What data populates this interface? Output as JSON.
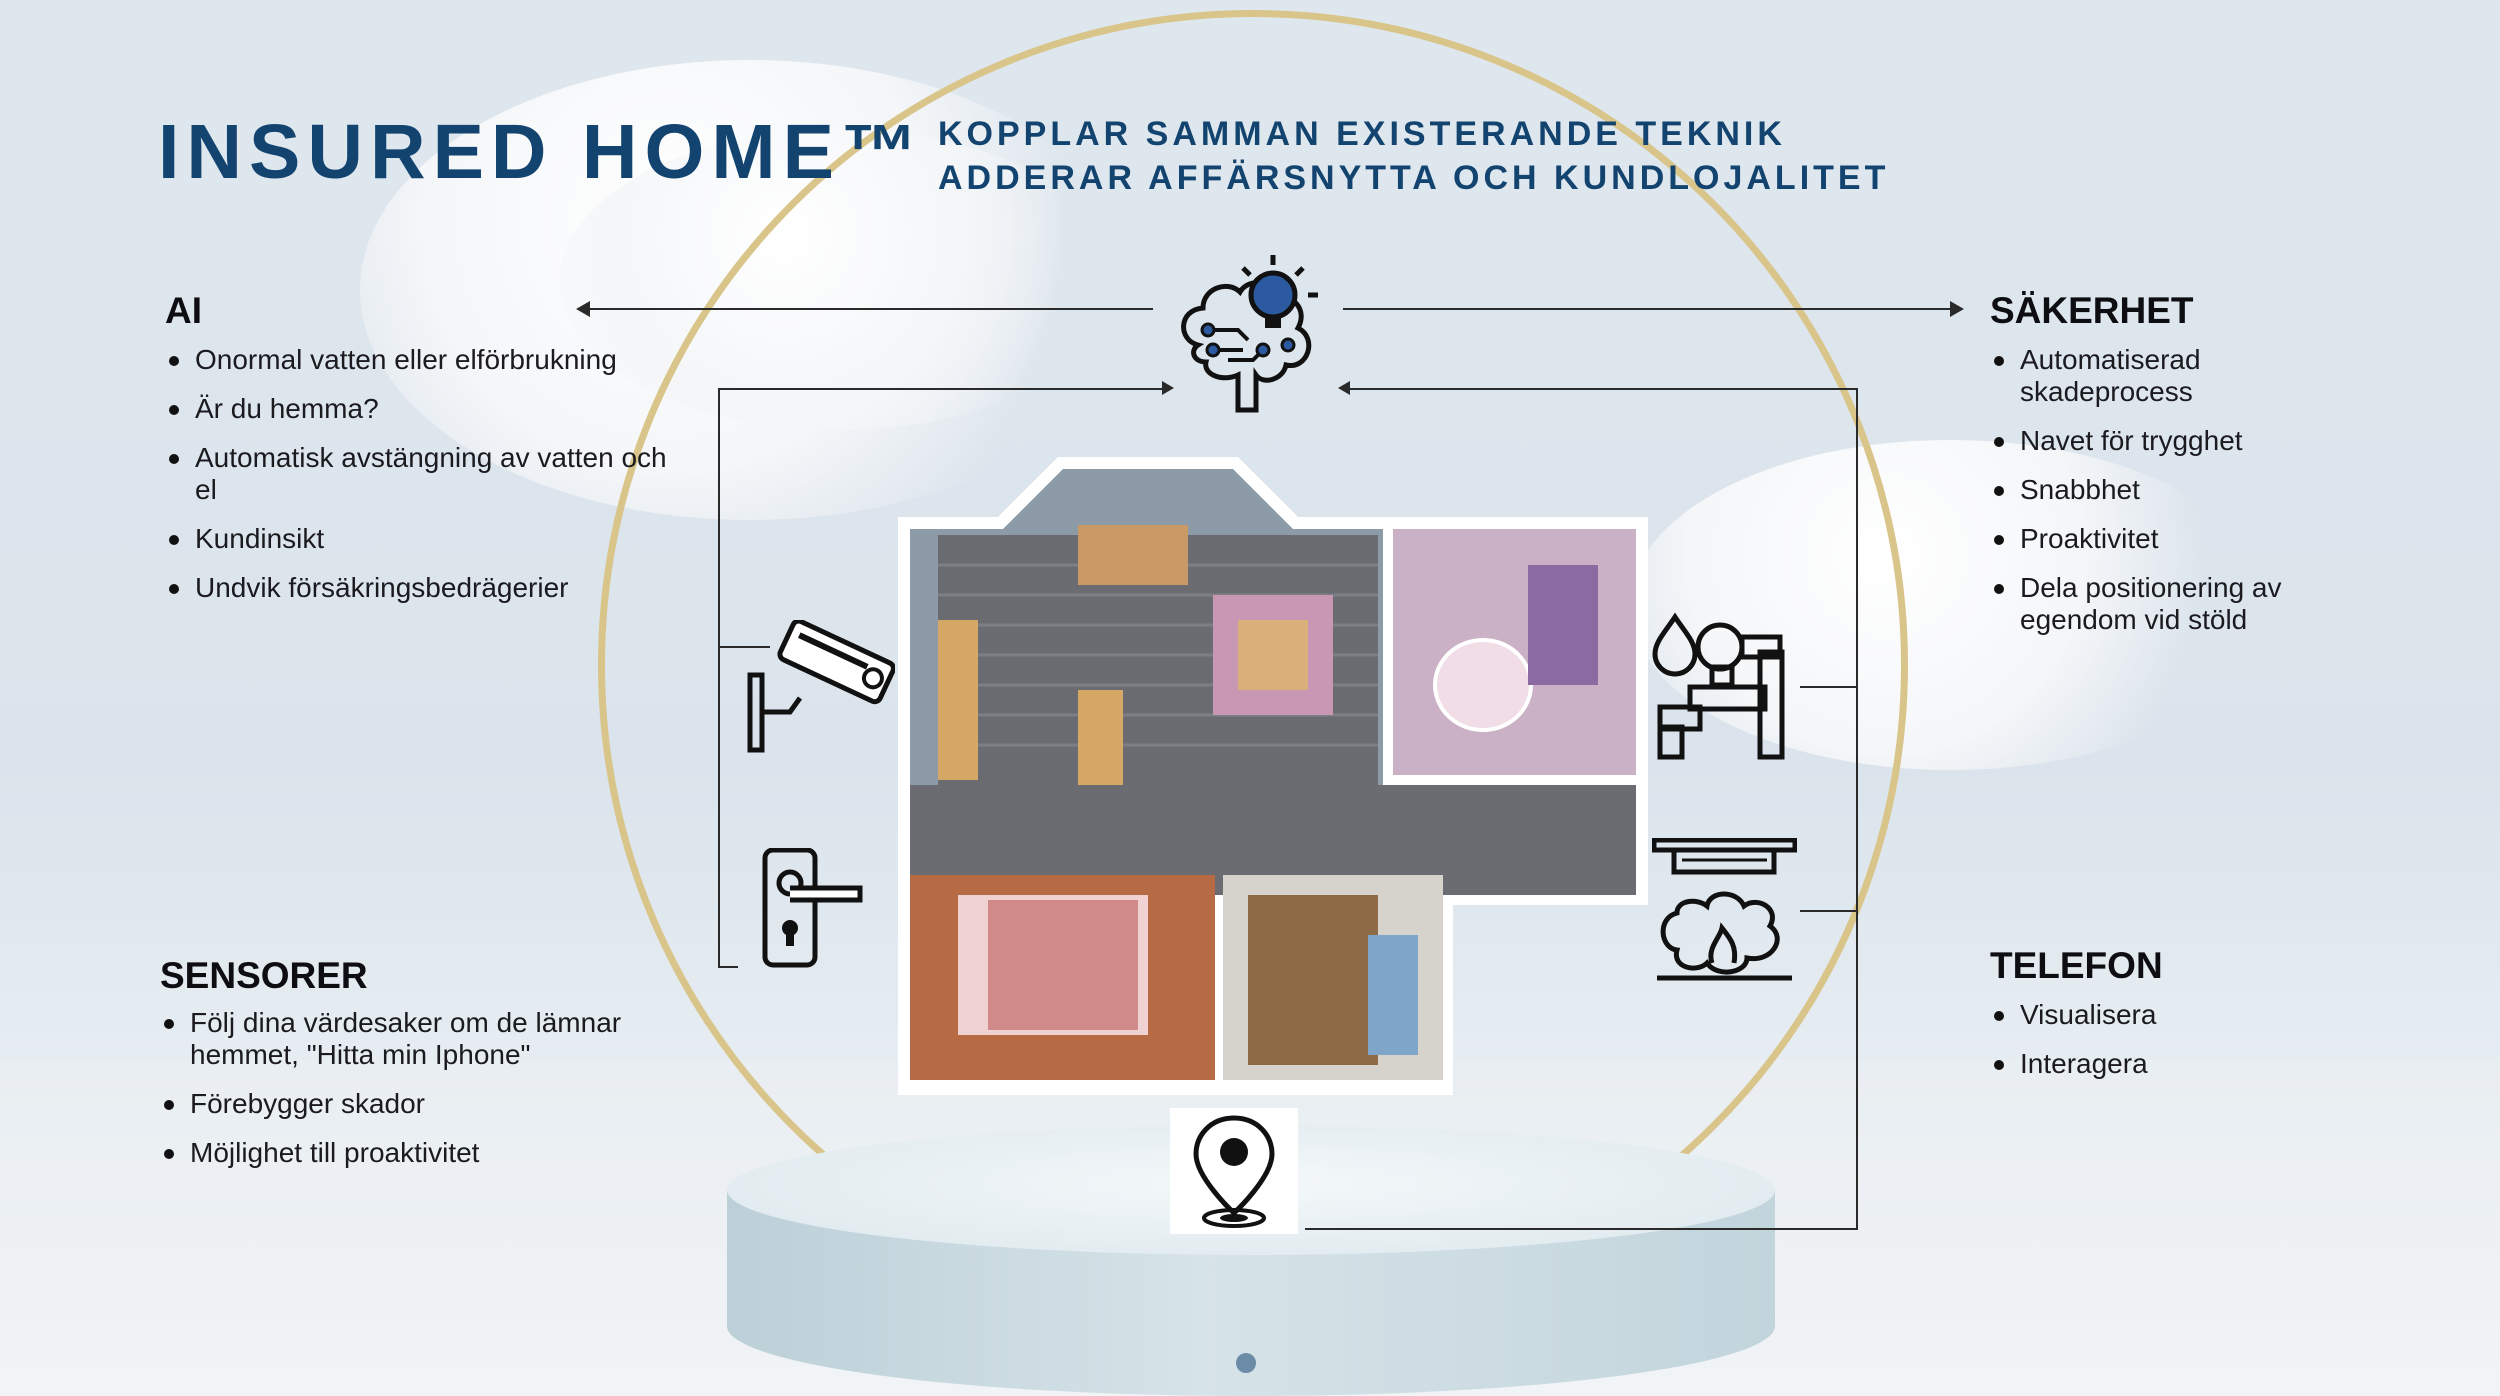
{
  "header": {
    "title": "INSURED HOME™",
    "subtitle_line1": "KOPPLAR SAMMAN EXISTERANDE TEKNIK",
    "subtitle_line2": "ADDERAR AFFÄRSNYTTA OCH KUNDLOJALITET"
  },
  "ai": {
    "heading": "AI",
    "items": [
      "Onormal vatten eller elförbrukning",
      "Är du hemma?",
      "Automatisk avstängning av vatten och el",
      "Kundinsikt",
      "Undvik försäkringsbedrägerier"
    ]
  },
  "sakerhet": {
    "heading": "SÄKERHET",
    "items": [
      "Automatiserad skadeprocess",
      "Navet för trygghet",
      "Snabbhet",
      "Proaktivitet",
      "Dela positionering av egendom vid stöld"
    ]
  },
  "sensorer": {
    "heading": "SENSORER",
    "items": [
      "Följ dina värdesaker om de lämnar hemmet, \"Hitta min Iphone\"",
      "Förebygger skador",
      "Möjlighet till proaktivitet"
    ]
  },
  "telefon": {
    "heading": "TELEFON",
    "items": [
      "Visualisera",
      "Interagera"
    ]
  },
  "icons": [
    "brain-bulb-icon",
    "security-camera-icon",
    "door-lock-icon",
    "water-pipe-sensor-icon",
    "smoke-detector-icon",
    "location-pin-icon"
  ],
  "colors": {
    "title": "#13436f",
    "ring": "#d9c48a",
    "podium": "#c9dade"
  }
}
